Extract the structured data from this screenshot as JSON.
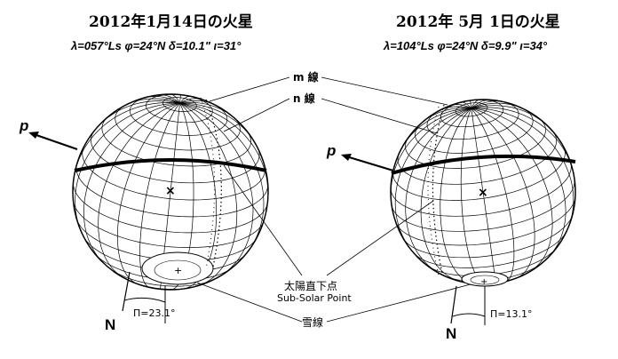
{
  "left_globe": {
    "title": "2012年1月14日の火星",
    "params": "λ=057°Ls   φ=24°N   δ=10.1\"   ι=31°",
    "pole_arrow_label": "p",
    "north_label": "N",
    "pi_label": "Π=23.1°"
  },
  "right_globe": {
    "title": "2012年 5月 1日の火星",
    "params": "λ=104°Ls   φ=24°N   δ=9.9\"   ι=34°",
    "pole_arrow_label": "p",
    "north_label": "N",
    "pi_label": "Π=13.1°"
  },
  "annotations": {
    "m_line": "m 線",
    "n_line": "n 線",
    "subsolar_jp": "太陽直下点",
    "subsolar_en": "Sub-Solar Point",
    "snow_line": "雪線"
  },
  "colors": {
    "terminator_fill": "#e020e0",
    "grid": "#000000"
  }
}
